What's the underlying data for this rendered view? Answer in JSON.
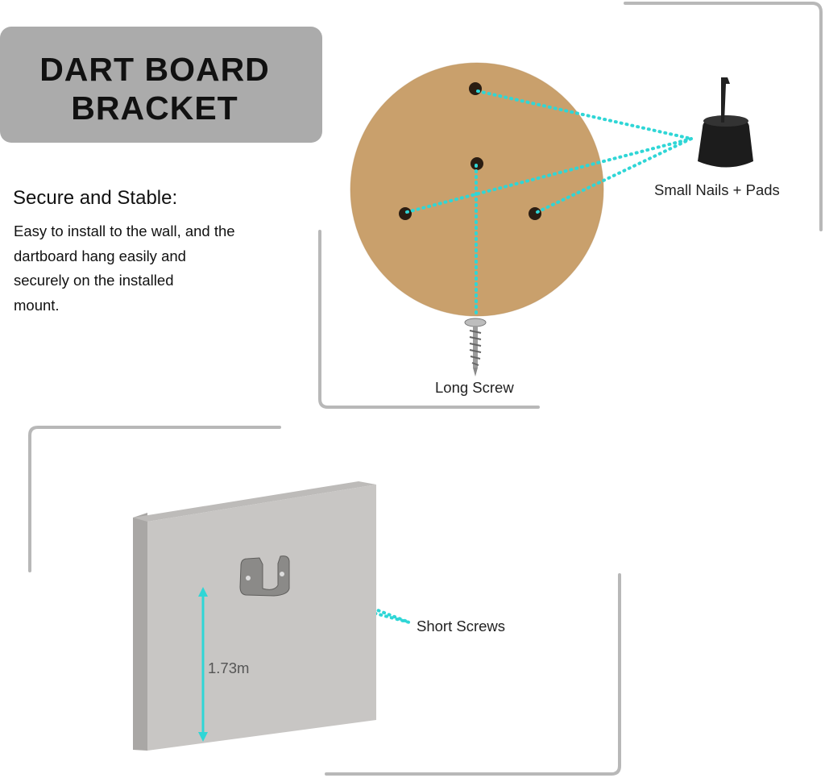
{
  "title": {
    "line1": "DART BOARD",
    "line2": "BRACKET"
  },
  "feature": {
    "heading": "Secure and Stable:",
    "lines": [
      "Easy to install to the wall, and the",
      "dartboard hang easily and",
      "securely on the installed",
      "mount."
    ]
  },
  "labels": {
    "nails": "Small Nails + Pads",
    "long_screw": "Long Screw",
    "short_screws": "Short Screws",
    "height": "1.73m"
  },
  "colors": {
    "accent_dots": "#2fd6d6",
    "cork": "#c9a06c",
    "frame": "#b5b5b5",
    "wall": "#c8c6c4"
  }
}
